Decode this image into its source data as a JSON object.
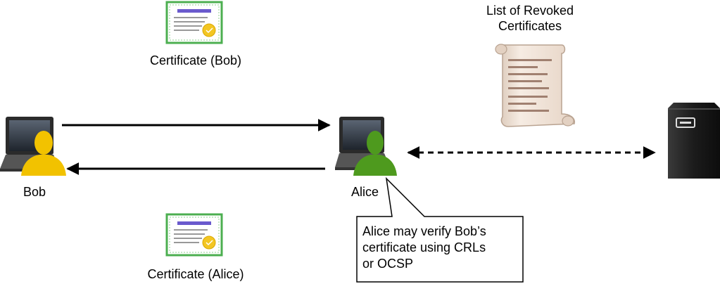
{
  "labels": {
    "cert_bob": "Certificate (Bob)",
    "cert_alice": "Certificate (Alice)",
    "crl_title_line1": "List of Revoked",
    "crl_title_line2": "Certificates",
    "bob": "Bob",
    "alice": "Alice"
  },
  "callout": {
    "line1": "Alice may verify Bob’s",
    "line2": "certificate using CRLs",
    "line3": "or OCSP"
  },
  "icons": {
    "certificate": "certificate-icon",
    "scroll": "scroll-icon",
    "laptop": "laptop-icon",
    "user": "user-icon",
    "server": "server-icon"
  },
  "colors": {
    "bob_user": "#f2c200",
    "alice_user": "#4e9a1e",
    "certificate_border": "#4caf50",
    "certificate_title_bar": "#6a5acd",
    "seal": "#f3c623",
    "scroll_paper": "#efe2d6",
    "server": "#1a1a1a"
  }
}
